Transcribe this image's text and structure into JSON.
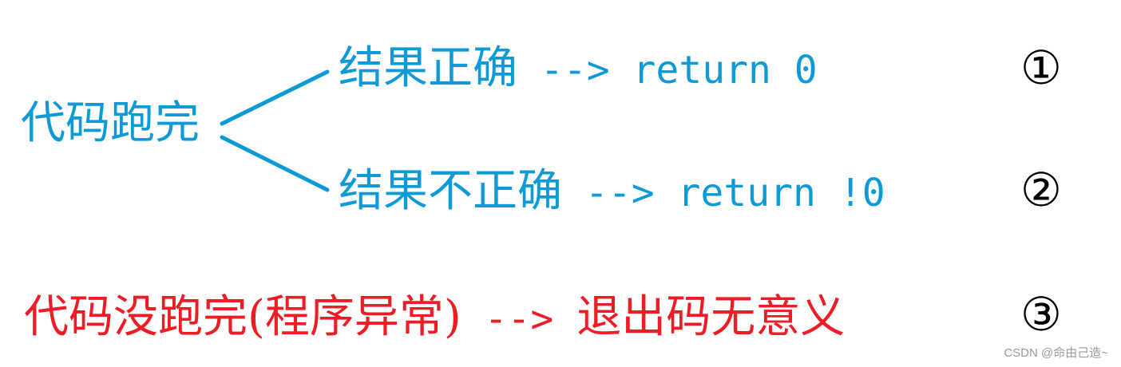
{
  "root": {
    "label": "代码跑完",
    "color": "#0e9ad7"
  },
  "branches": [
    {
      "condition": "结果正确",
      "arrow": " --> ",
      "code": "return 0",
      "marker": "①",
      "color": "#0e9ad7"
    },
    {
      "condition": "结果不正确",
      "arrow": " --> ",
      "code": "return !0",
      "marker": "②",
      "color": "#0e9ad7"
    }
  ],
  "abnormal": {
    "condition": "代码没跑完(程序异常)",
    "arrow": " --> ",
    "result": "退出码无意义",
    "marker": "③",
    "color": "#ee1c25"
  },
  "watermark": "CSDN @命由己造~"
}
